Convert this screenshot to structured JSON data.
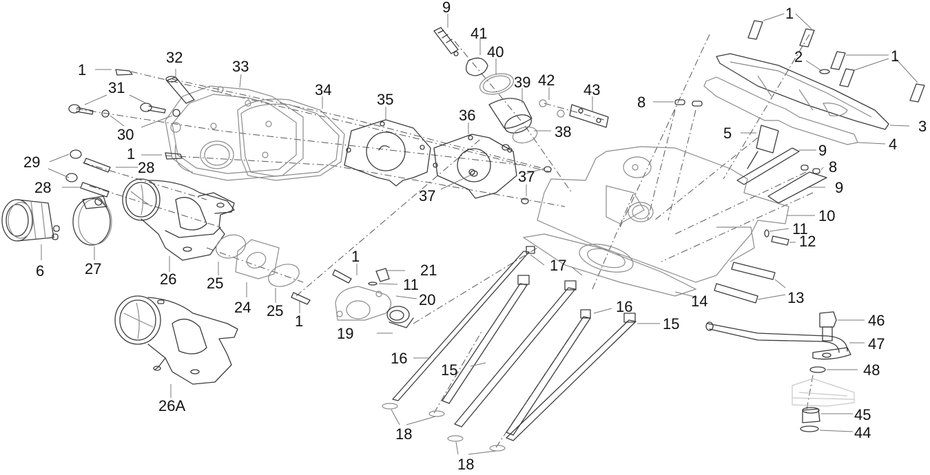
{
  "diagram": {
    "type": "exploded-parts-view",
    "subject": "Engine cylinder head assembly",
    "callouts": [
      {
        "id": "c1a",
        "label": "1"
      },
      {
        "id": "c1b",
        "label": "1"
      },
      {
        "id": "c1c",
        "label": "1"
      },
      {
        "id": "c1d",
        "label": "1"
      },
      {
        "id": "c1e",
        "label": "1"
      },
      {
        "id": "c1f",
        "label": "1"
      },
      {
        "id": "c2",
        "label": "2"
      },
      {
        "id": "c3",
        "label": "3"
      },
      {
        "id": "c4",
        "label": "4"
      },
      {
        "id": "c5",
        "label": "5"
      },
      {
        "id": "c6",
        "label": "6"
      },
      {
        "id": "c8a",
        "label": "8"
      },
      {
        "id": "c8b",
        "label": "8"
      },
      {
        "id": "c9a",
        "label": "9"
      },
      {
        "id": "c9b",
        "label": "9"
      },
      {
        "id": "c9c",
        "label": "9"
      },
      {
        "id": "c10",
        "label": "10"
      },
      {
        "id": "c11a",
        "label": "11"
      },
      {
        "id": "c11b",
        "label": "11"
      },
      {
        "id": "c12",
        "label": "12"
      },
      {
        "id": "c13",
        "label": "13"
      },
      {
        "id": "c14",
        "label": "14"
      },
      {
        "id": "c15a",
        "label": "15"
      },
      {
        "id": "c15b",
        "label": "15"
      },
      {
        "id": "c16a",
        "label": "16"
      },
      {
        "id": "c16b",
        "label": "16"
      },
      {
        "id": "c17",
        "label": "17"
      },
      {
        "id": "c18a",
        "label": "18"
      },
      {
        "id": "c18b",
        "label": "18"
      },
      {
        "id": "c19",
        "label": "19"
      },
      {
        "id": "c20",
        "label": "20"
      },
      {
        "id": "c21",
        "label": "21"
      },
      {
        "id": "c24",
        "label": "24"
      },
      {
        "id": "c25a",
        "label": "25"
      },
      {
        "id": "c25b",
        "label": "25"
      },
      {
        "id": "c26",
        "label": "26"
      },
      {
        "id": "c26A",
        "label": "26A"
      },
      {
        "id": "c27",
        "label": "27"
      },
      {
        "id": "c28a",
        "label": "28"
      },
      {
        "id": "c28b",
        "label": "28"
      },
      {
        "id": "c29",
        "label": "29"
      },
      {
        "id": "c30",
        "label": "30"
      },
      {
        "id": "c31",
        "label": "31"
      },
      {
        "id": "c32",
        "label": "32"
      },
      {
        "id": "c33",
        "label": "33"
      },
      {
        "id": "c34",
        "label": "34"
      },
      {
        "id": "c35",
        "label": "35"
      },
      {
        "id": "c36",
        "label": "36"
      },
      {
        "id": "c37a",
        "label": "37"
      },
      {
        "id": "c37b",
        "label": "37"
      },
      {
        "id": "c38",
        "label": "38"
      },
      {
        "id": "c39",
        "label": "39"
      },
      {
        "id": "c40",
        "label": "40"
      },
      {
        "id": "c41",
        "label": "41"
      },
      {
        "id": "c42",
        "label": "42"
      },
      {
        "id": "c43",
        "label": "43"
      },
      {
        "id": "c44",
        "label": "44"
      },
      {
        "id": "c45",
        "label": "45"
      },
      {
        "id": "c46",
        "label": "46"
      },
      {
        "id": "c47",
        "label": "47"
      },
      {
        "id": "c48",
        "label": "48"
      }
    ]
  }
}
